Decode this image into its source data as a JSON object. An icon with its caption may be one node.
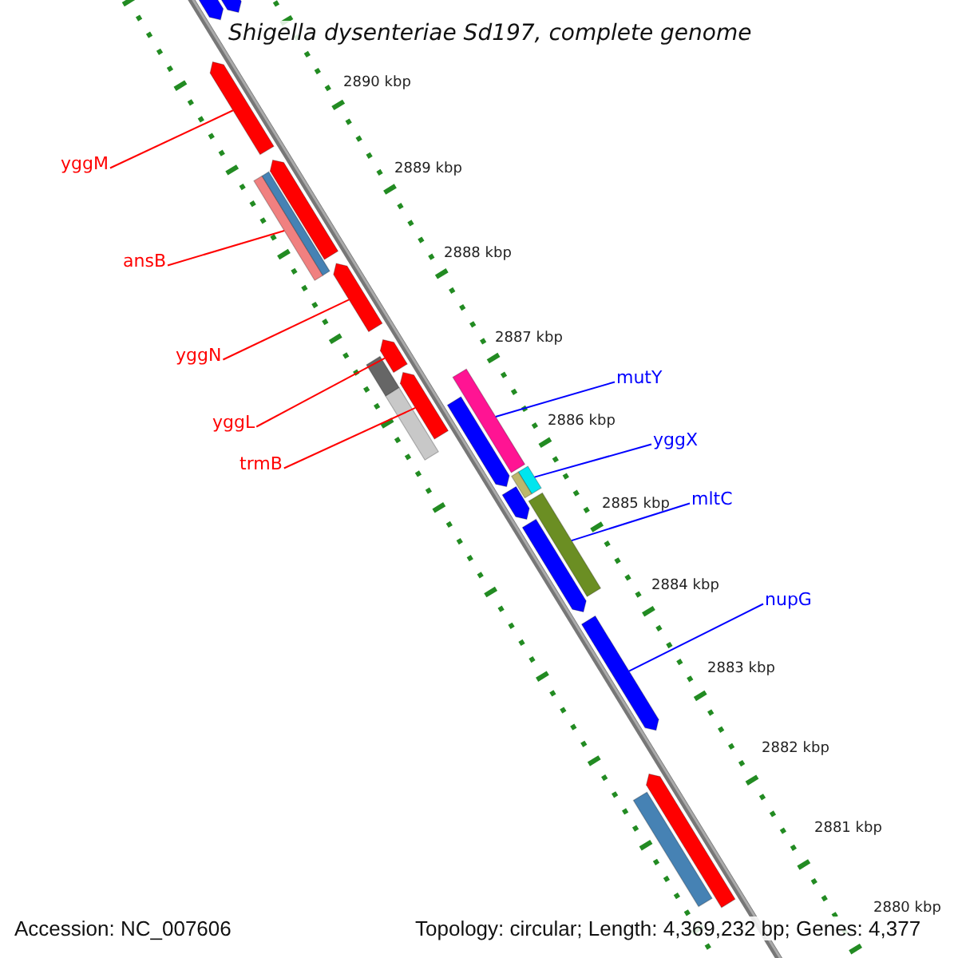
{
  "diagram": {
    "title": "Shigella dysenteriae Sd197, complete genome",
    "nodes": [
      {
        "text": [
          "yggM"
        ]
      },
      {
        "text": [],
        "shape": "arrow"
      },
      {
        "text": [
          "ansB"
        ]
      },
      {
        "text": [],
        "shape": "box"
      },
      {
        "text": [
          "yggN"
        ]
      },
      {
        "text": [],
        "shape": "arrow"
      },
      {
        "text": [
          "yggL"
        ]
      },
      {
        "text": [],
        "shape": "arrow"
      },
      {
        "text": [
          "trmB"
        ]
      },
      {
        "text": [],
        "shape": "arrow"
      },
      {
        "text": [
          "mutY"
        ]
      },
      {
        "text": [],
        "shape": "box"
      },
      {
        "text": [
          "yggX"
        ]
      },
      {
        "text": [],
        "shape": "box"
      },
      {
        "text": [
          "mltC"
        ]
      },
      {
        "text": [],
        "shape": "box"
      },
      {
        "text": [
          "nupG"
        ]
      },
      {
        "text": [],
        "shape": "arrow"
      },
      {
        "text": [],
        "shape": "arrow"
      },
      {
        "text": [],
        "shape": "arrow"
      },
      {
        "text": [],
        "shape": "arrow"
      },
      {
        "text": [],
        "shape": "box"
      },
      {
        "text": [],
        "shape": "box"
      },
      {
        "text": [],
        "shape": "box"
      },
      {
        "text": [],
        "shape": "arrow"
      },
      {
        "text": [],
        "shape": "box"
      },
      {
        "text": [],
        "shape": "arrow"
      },
      {
        "text": [],
        "shape": "arrow"
      },
      {
        "text": [],
        "shape": "arrow"
      },
      {
        "text": [],
        "shape": "box"
      }
    ],
    "edges": [
      {
        "from": 0,
        "to": 1,
        "arrow": "none"
      },
      {
        "from": 2,
        "to": 3,
        "arrow": "none"
      },
      {
        "from": 4,
        "to": 5,
        "arrow": "none"
      },
      {
        "from": 6,
        "to": 7,
        "arrow": "none"
      },
      {
        "from": 8,
        "to": 9,
        "arrow": "none"
      },
      {
        "from": 10,
        "to": 11,
        "arrow": "none",
        "color": "#0000ff"
      },
      {
        "from": 12,
        "to": 13,
        "arrow": "none",
        "color": "#0000ff"
      },
      {
        "from": 14,
        "to": 15,
        "arrow": "none",
        "color": "#0000ff"
      },
      {
        "from": 16,
        "to": 17,
        "arrow": "none",
        "color": "#0000ff"
      }
    ],
    "labels": [
      "2890 kbp",
      "2889 kbp",
      "2888 kbp",
      "2887 kbp",
      "2886 kbp",
      "2885 kbp",
      "2884 kbp",
      "2883 kbp",
      "2882 kbp",
      "2881 kbp",
      "2880 kbp",
      "Accession: NC_007606",
      "Topology: circular; Length: 4,369,232 bp; Genes: 4,377"
    ]
  }
}
